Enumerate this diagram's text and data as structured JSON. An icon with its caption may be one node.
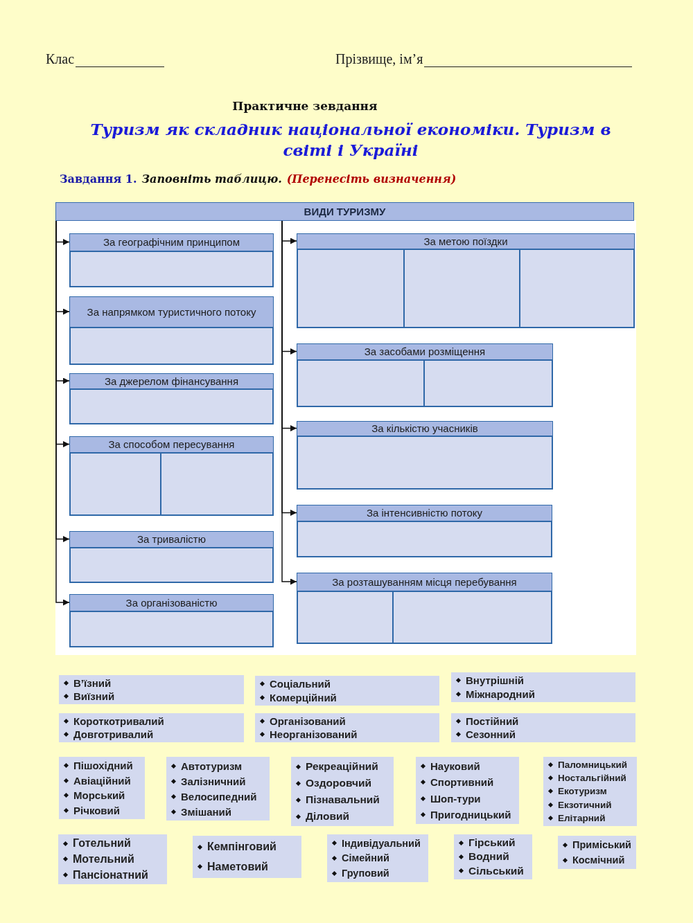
{
  "diagram": {
    "title": "Практичне зевдання",
    "nodes": [
      {
        "text": [
          "ВИДИ ТУРИЗМУ"
        ]
      },
      {
        "text": [
          "За географічним принципом"
        ]
      },
      {
        "text": [],
        "shape": "box",
        "in": 1
      },
      {
        "text": [
          "За напрямком туристичного потоку"
        ]
      },
      {
        "text": [],
        "shape": "box",
        "in": 3
      },
      {
        "text": [
          "За джерелом фінансування"
        ]
      },
      {
        "text": [],
        "shape": "box",
        "in": 5
      },
      {
        "text": [
          "За способом пересування"
        ]
      },
      {
        "text": [],
        "shape": "box",
        "in": 7
      },
      {
        "text": [],
        "shape": "box",
        "in": 7
      },
      {
        "text": [
          "За тривалістю"
        ]
      },
      {
        "text": [],
        "shape": "box",
        "in": 10
      },
      {
        "text": [
          "За організованістю"
        ]
      },
      {
        "text": [],
        "shape": "box",
        "in": 12
      },
      {
        "text": [
          "За метою поїздки"
        ]
      },
      {
        "text": [],
        "shape": "box",
        "in": 14
      },
      {
        "text": [],
        "shape": "box",
        "in": 14
      },
      {
        "text": [],
        "shape": "box",
        "in": 14
      },
      {
        "text": [
          "За засобами розміщення"
        ]
      },
      {
        "text": [],
        "shape": "box",
        "in": 18
      },
      {
        "text": [],
        "shape": "box",
        "in": 18
      },
      {
        "text": [
          "За кількістю учасників"
        ]
      },
      {
        "text": [],
        "shape": "box",
        "in": 21
      },
      {
        "text": [
          "За інтенсивністю потоку"
        ]
      },
      {
        "text": [],
        "shape": "box",
        "in": 23
      },
      {
        "text": [
          "За розташуванням місця перебування"
        ]
      },
      {
        "text": [],
        "shape": "box",
        "in": 25
      },
      {
        "text": [],
        "shape": "box",
        "in": 25
      },
      {
        "text": [
          "В’їзний",
          "Виїзний"
        ]
      },
      {
        "text": [
          "Соціальний",
          "Комерційний"
        ]
      },
      {
        "text": [
          "Внутрішній",
          "Міжнародний"
        ]
      },
      {
        "text": [
          "Короткотривалий",
          "Довготривалий"
        ]
      },
      {
        "text": [
          "Організований",
          "Неорганізований"
        ]
      },
      {
        "text": [
          "Постійний",
          "Сезонний"
        ]
      },
      {
        "text": [
          "Пішохідний",
          "Авіаційний",
          "Морський",
          "Річковий"
        ]
      },
      {
        "text": [
          "Автотуризм",
          "Залізничний",
          "Велосипедний",
          "Змішаний"
        ]
      },
      {
        "text": [
          "Рекреаційний",
          "Оздоровчий",
          "Пізнавальний",
          "Діловий"
        ]
      },
      {
        "text": [
          "Науковий",
          "Спортивний",
          "Шоп-тури",
          "Пригодницький"
        ]
      },
      {
        "text": [
          "Паломницький",
          "Ностальгійний",
          "Екотуризм",
          "Екзотичний",
          "Елітарний"
        ]
      },
      {
        "text": [
          "Готельний",
          "Мотельний",
          "Пансіонатний"
        ]
      },
      {
        "text": [
          "Кемпінговий",
          "Наметовий"
        ]
      },
      {
        "text": [
          "Індивідуальний",
          "Сімейний",
          "Груповий"
        ]
      },
      {
        "text": [
          "Гірський",
          "Водний",
          "Сільський"
        ]
      },
      {
        "text": [
          "Приміський",
          "Космічний"
        ]
      }
    ],
    "edges": [
      {
        "from": 0,
        "to": 1,
        "arrow": "to"
      },
      {
        "from": 0,
        "to": 3,
        "arrow": "to"
      },
      {
        "from": 0,
        "to": 5,
        "arrow": "to"
      },
      {
        "from": 0,
        "to": 7,
        "arrow": "to"
      },
      {
        "from": 0,
        "to": 10,
        "arrow": "to"
      },
      {
        "from": 0,
        "to": 12,
        "arrow": "to"
      },
      {
        "from": 0,
        "to": 14,
        "arrow": "to"
      },
      {
        "from": 0,
        "to": 18,
        "arrow": "to"
      },
      {
        "from": 0,
        "to": 21,
        "arrow": "to"
      },
      {
        "from": 0,
        "to": 23,
        "arrow": "to"
      },
      {
        "from": 0,
        "to": 25,
        "arrow": "to"
      }
    ],
    "labels": [
      "Клас",
      "Прізвище, ім’я",
      "Туризм як складник національної економіки. Туризм в світі і Україні",
      "Завдання 1.",
      "Заповніть таблицю.",
      "(Перенесіть визначення)"
    ]
  }
}
